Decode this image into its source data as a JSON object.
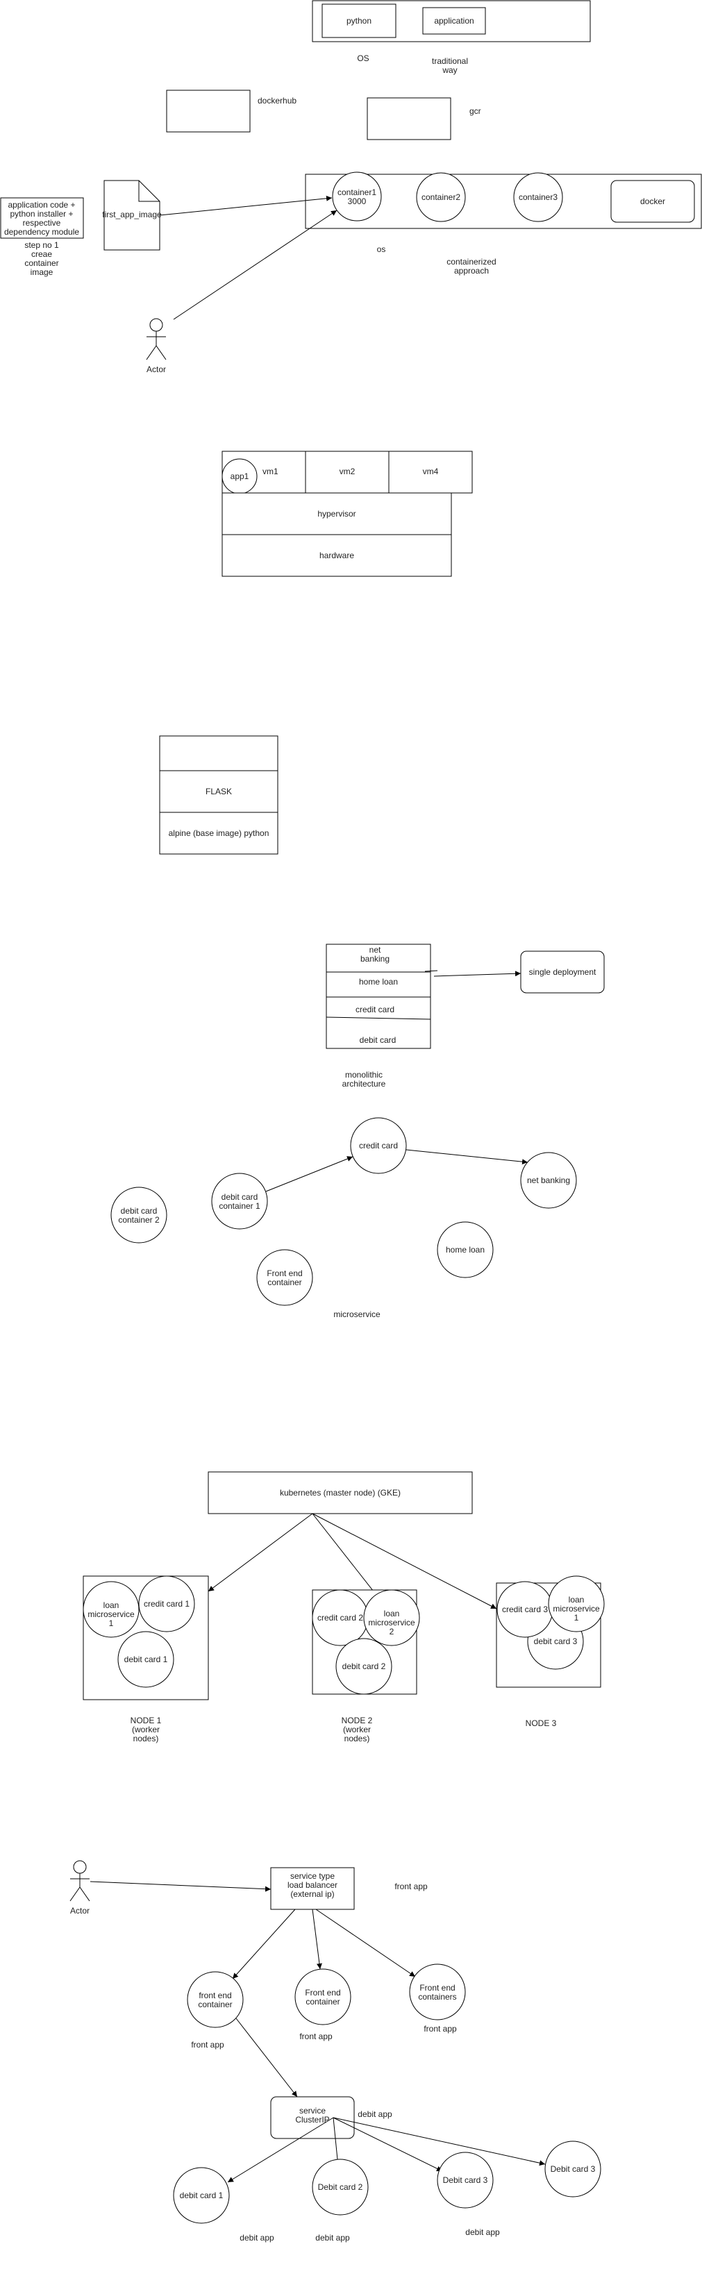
{
  "sections": {
    "traditional": {
      "python": "python",
      "application": "application",
      "os": "OS",
      "caption": "traditional way"
    },
    "registries": {
      "dockerhub": "dockerhub",
      "gcr": "gcr"
    },
    "containerized": {
      "note": "application code + python installer + respective dependency module",
      "step": "step no 1 creae container image",
      "image": "first_app_image",
      "container1": "container1 3000",
      "container2": "container2",
      "container3": "container3",
      "docker": "docker",
      "os": "os",
      "caption": "containerized approach",
      "actor": "Actor"
    },
    "virtualization": {
      "app": "app1",
      "vm1": "vm1",
      "vm2": "vm2",
      "vm4": "vm4",
      "hypervisor": "hypervisor",
      "hardware": "hardware"
    },
    "flask_stack": {
      "flask": "FLASK",
      "base": "alpine (base image) python"
    },
    "monolith": {
      "net_banking": "net banking",
      "home_loan": "home loan",
      "credit_card": "credit card",
      "debit_card": "debit card",
      "deployment": "single deployment",
      "caption": "monolithic architecture"
    },
    "microservice": {
      "credit_card": "credit card",
      "net_banking": "net banking",
      "debit1": "debit card container 1",
      "debit2": "debit card container 2",
      "home_loan": "home loan",
      "front_end": "Front end container",
      "caption": "microservice"
    },
    "kubernetes": {
      "master": "kubernetes (master node) (GKE)",
      "node1": {
        "loan": "loan microservice 1",
        "credit": "credit card 1",
        "debit": "debit card 1",
        "label": "NODE 1 (worker nodes)"
      },
      "node2": {
        "credit": "credit card 2",
        "loan": "loan microservice 2",
        "debit": "debit card 2",
        "label": "NODE 2 (worker nodes)"
      },
      "node3": {
        "credit": "credit card 3",
        "loan": "loan microservice 1",
        "debit": "debit card 3",
        "label": "NODE 3"
      }
    },
    "services": {
      "actor": "Actor",
      "lb": "service type load balancer (external ip)",
      "front_app": "front app",
      "fe1": "front end container",
      "fe2": "Front end container",
      "fe3": "Front end containers",
      "cluster_ip": "service ClusterIP",
      "debit_app": "debit app",
      "dc1": "debit card 1",
      "dc2": "Debit card 2",
      "dc3": "Debit card 3",
      "dc4": "Debit card 3"
    }
  },
  "colors": {
    "stroke": "#000000",
    "fill": "#ffffff",
    "text": "#222222"
  }
}
